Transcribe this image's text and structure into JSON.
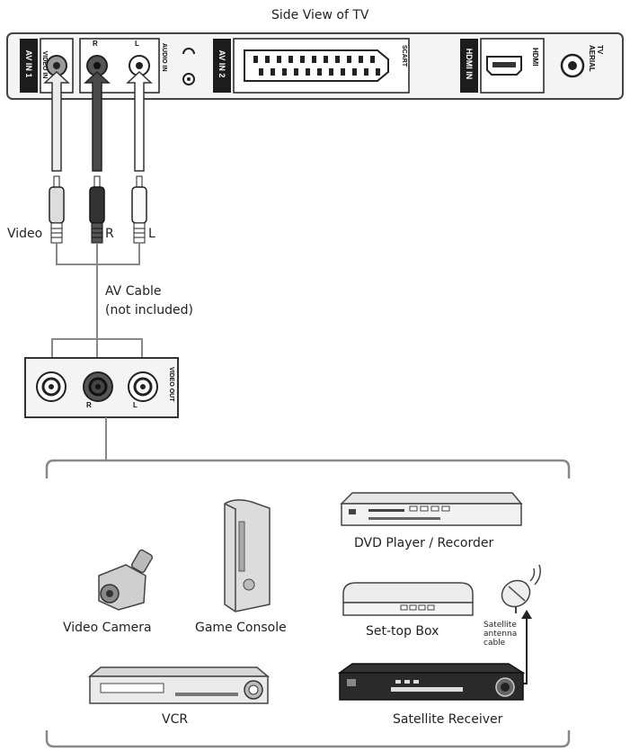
{
  "title": "Side View of TV",
  "tv_panel": {
    "av_in_1": "AV IN 1",
    "video_in": "VIDEO IN",
    "audio_in": "AUDIO IN",
    "audio_r": "R",
    "audio_l": "L",
    "av_in_2": "AV IN 2",
    "scart": "SCART",
    "hdmi_in": "HDMI IN",
    "hdmi": "HDMI",
    "tv_aerial": "TV AERIAL"
  },
  "plugs": {
    "video": "Video",
    "r": "R",
    "l": "L"
  },
  "cable": {
    "line1": "AV Cable",
    "line2": "(not included)"
  },
  "out_panel": {
    "r": "R",
    "l": "L",
    "video_out": "VIDEO OUT"
  },
  "devices": {
    "dvd": "DVD Player / Recorder",
    "camera": "Video Camera",
    "console": "Game Console",
    "settop": "Set-top Box",
    "satellite_cable": "Satellite antenna cable",
    "vcr": "VCR",
    "receiver": "Satellite Receiver"
  },
  "colors": {
    "panel_stroke": "#444444",
    "white_cable": "#ffffff",
    "red_cable": "#555555",
    "device_fill": "#cfcfcf",
    "device_dark": "#2a2a2a"
  }
}
